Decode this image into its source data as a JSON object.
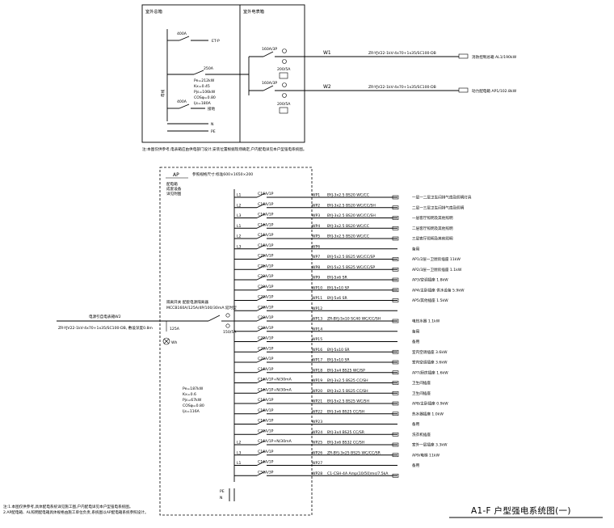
{
  "title": "A1-F 户型强电系统图(一)",
  "top_panel": {
    "label_left": "室外总箱",
    "label_right": "室外电表箱",
    "busbar_label": "母线",
    "switch_upper": "400A",
    "upper_link": "ET-P",
    "switch_mid": "250A",
    "switch_lower": "400A",
    "lower_link": "接地",
    "calc": [
      "Pe=212kW",
      "Kx=0.45",
      "Pjs=106kW",
      "COSφ=0.80",
      "Ijs=180A"
    ],
    "n_label": "N",
    "pe_label": "PE",
    "breaker1": "160A/3P",
    "breaker1_sub": "200/5A",
    "breaker2": "160A/3P",
    "breaker2_sub": "200/5A",
    "w1": "W1",
    "w2": "W2",
    "cable1": "ZR-YJV22-1kV-4x70+1x35/SC100-DB",
    "cable2": "ZR-YJV22-1kV-4x70+1x35/SC100-DB",
    "dest1": "消防控制总箱 AL1/190kW",
    "dest2": "动力配电箱 AP1/102.8kW",
    "note": "注:本图仅供参考,电表箱应由供电部门设计,安装位置根据现场确定,户内配电详见本户型强电系统图。"
  },
  "main_panel": {
    "box_label": "AP",
    "box_sub": [
      "配电箱",
      "成套设备",
      "详见附图"
    ],
    "box_header": "参照规格尺寸:标准600×1650×200",
    "incoming_label": "电源引自电表箱W2",
    "incoming_cable": "ZR-YJV22-1kV-4x70+1x35/SC100-DB, 敷设深度0.8m",
    "main_switch_label": "隔离开关 配套电源隔离器",
    "main_switch_spec": "MCCB160A/125A/4P/100/30mA 延时型",
    "ct_label": "150/5A",
    "meter_label": "Wh",
    "fuse_label": "125A",
    "calc": [
      "Pe=187kW",
      "Kx=0.6",
      "Pjs=67kW",
      "COSφ=0.80",
      "Ijs=116A"
    ],
    "pe_label": "PE",
    "n_label": "N",
    "footnote": [
      "注:1.本图仅供参考,具体配电系统详见施工图,户内配电详见本户型强电系统图。",
      "2.AP配电箱、AL照明配电箱具体规格由施工单位负责,系统图以AP配电箱系统参照设计。"
    ]
  },
  "circuits": [
    {
      "phase": "L1",
      "breaker": "C16A/1P",
      "code": "WP1",
      "cable": "BYJ-3x2.5 BS20 WC/CC",
      "dest": "一层一二层卫生间排气扇及照明灯具"
    },
    {
      "phase": "L2",
      "breaker": "C16A/1P",
      "code": "WP2",
      "cable": "BYJ-3x2.5 BS20 WC/CC/SH",
      "dest": "二层一三层卫生间排气扇及照明"
    },
    {
      "phase": "L3",
      "breaker": "C16A/1P",
      "code": "WP3",
      "cable": "BYJ-3x2.5 BS20 WC/CC/SH",
      "dest": "一层客厅照明及其他照明"
    },
    {
      "phase": "L1",
      "breaker": "C16A/1P",
      "code": "WP4",
      "cable": "BYJ-3x2.5 BS20 WC/CC",
      "dest": "二层客厅照明及其他照明"
    },
    {
      "phase": "L2",
      "breaker": "C16A/1P",
      "code": "WP5",
      "cable": "BYJ-3x2.5 BS20 WC/CC",
      "dest": "三层客厅照明及其他照明"
    },
    {
      "phase": "L3",
      "breaker": "C16A/1P",
      "code": "WP6",
      "cable": "",
      "dest": "备用"
    },
    {
      "phase": "",
      "breaker": "C25A/1P",
      "code": "WP7",
      "cable": "BYJ-5x2.5 BS25 WC/CC/SP",
      "dest": "AP1/2层一卫厨房插座 11kW"
    },
    {
      "phase": "",
      "breaker": "C25A/1P",
      "code": "WP8",
      "cable": "BYJ-5x2.5 BS25 WC/CC/SP",
      "dest": "AP2/3层一卫厨房插座 1.1kW"
    },
    {
      "phase": "",
      "breaker": "C20A/1P",
      "code": "WP9",
      "cable": "BYJ-5x6 SR",
      "dest": "AP3/空调插座 1.8kW"
    },
    {
      "phase": "",
      "breaker": "C20A/1P",
      "code": "WP10",
      "cable": "BYJ-5x10 SP",
      "dest": "AP4/主卧插座 供水设备 5.9kW"
    },
    {
      "phase": "",
      "breaker": "C20A/1P",
      "code": "WP11",
      "cable": "BYJ-5x6 SR",
      "dest": "AP5/其他插座 1.5kW"
    },
    {
      "phase": "",
      "breaker": "C20A/1P",
      "code": "WP12",
      "cable": "",
      "dest": ""
    },
    {
      "phase": "",
      "breaker": "C20A/1P",
      "code": "WP13",
      "cable": "ZR-BYJ-5x10 SC40 WC/CC/SH",
      "dest": "电热水器 1.1kW"
    },
    {
      "phase": "",
      "breaker": "C20A/1P",
      "code": "WP14",
      "cable": "",
      "dest": "备用"
    },
    {
      "phase": "",
      "breaker": "C20A/1P",
      "code": "WP15",
      "cable": "",
      "dest": "备用"
    },
    {
      "phase": "",
      "breaker": "C20A/1P",
      "code": "WP16",
      "cable": "BYJ-5x10 SR",
      "dest": "室内空调插座 3.6kW"
    },
    {
      "phase": "",
      "breaker": "C20A/1P",
      "code": "WP17",
      "cable": "BYJ-5x10 SR",
      "dest": "室内空调插座 3.6kW"
    },
    {
      "phase": "",
      "breaker": "C16A/1P",
      "code": "WP18",
      "cable": "BYJ-3x4 BS25 WC/SP",
      "dest": "AP7/厨房插座 1.6kW"
    },
    {
      "phase": "",
      "breaker": "C16A/1P+N/30mA",
      "code": "WP19",
      "cable": "BYJ-3x2.5 BS25 CC/SH",
      "dest": "卫生间插座"
    },
    {
      "phase": "",
      "breaker": "C16A/1P+N/30mA",
      "code": "WP20",
      "cable": "BYJ-3x2.5 BS25 CC/SH",
      "dest": "卫生间插座"
    },
    {
      "phase": "",
      "breaker": "C16A/1P",
      "code": "WP21",
      "cable": "BYJ-5x2.5 BS25 WC/SH",
      "dest": "AP8/主卧插座 0.9kW"
    },
    {
      "phase": "",
      "breaker": "C16A/1P",
      "code": "WP22",
      "cable": "BYJ-3x6 BS25 CC/SH",
      "dest": "热水器插座 1.0kW"
    },
    {
      "phase": "",
      "breaker": "C16A/1P",
      "code": "WP23",
      "cable": "",
      "dest": "备用"
    },
    {
      "phase": "",
      "breaker": "C20A/1P",
      "code": "WP24",
      "cable": "BYJ-3x4 BS25 CC/SR",
      "dest": "洗衣机插座"
    },
    {
      "phase": "L2",
      "breaker": "C16A/1P+N/30mA",
      "code": "WP25",
      "cable": "BYJ-3x6 BS32 CC/SH",
      "dest": "室外一层插座 3.3kW"
    },
    {
      "phase": "L3",
      "breaker": "C16A/1P",
      "code": "WP26",
      "cable": "ZR-BYJ-3x25 BS25 WC/CC/SR",
      "dest": "AP9/电梯 11kW"
    },
    {
      "phase": "L1",
      "breaker": "C16A/1P",
      "code": "WP27",
      "cable": "",
      "dest": "备用"
    },
    {
      "phase": "",
      "breaker": "C50A/3P",
      "code": "WP28",
      "cable": "C1-CSH-4A Amp(10/50)ms/7.5kA",
      "dest": ""
    }
  ]
}
